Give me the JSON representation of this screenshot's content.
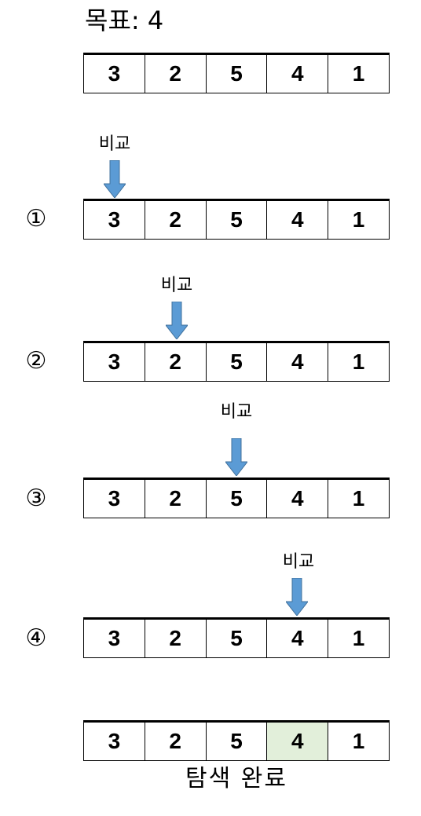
{
  "title": "목표: 4",
  "values": [
    "3",
    "2",
    "5",
    "4",
    "1"
  ],
  "compare_label": "비교",
  "steps": [
    {
      "label": "①",
      "compare_index": 0
    },
    {
      "label": "②",
      "compare_index": 1
    },
    {
      "label": "③",
      "compare_index": 2
    },
    {
      "label": "④",
      "compare_index": 3
    }
  ],
  "result": {
    "found_index": 3,
    "label": "탐색 완료"
  },
  "colors": {
    "arrow": "#5b9bd5",
    "arrow_border": "#41719c",
    "found_cell": "#e2efda"
  }
}
